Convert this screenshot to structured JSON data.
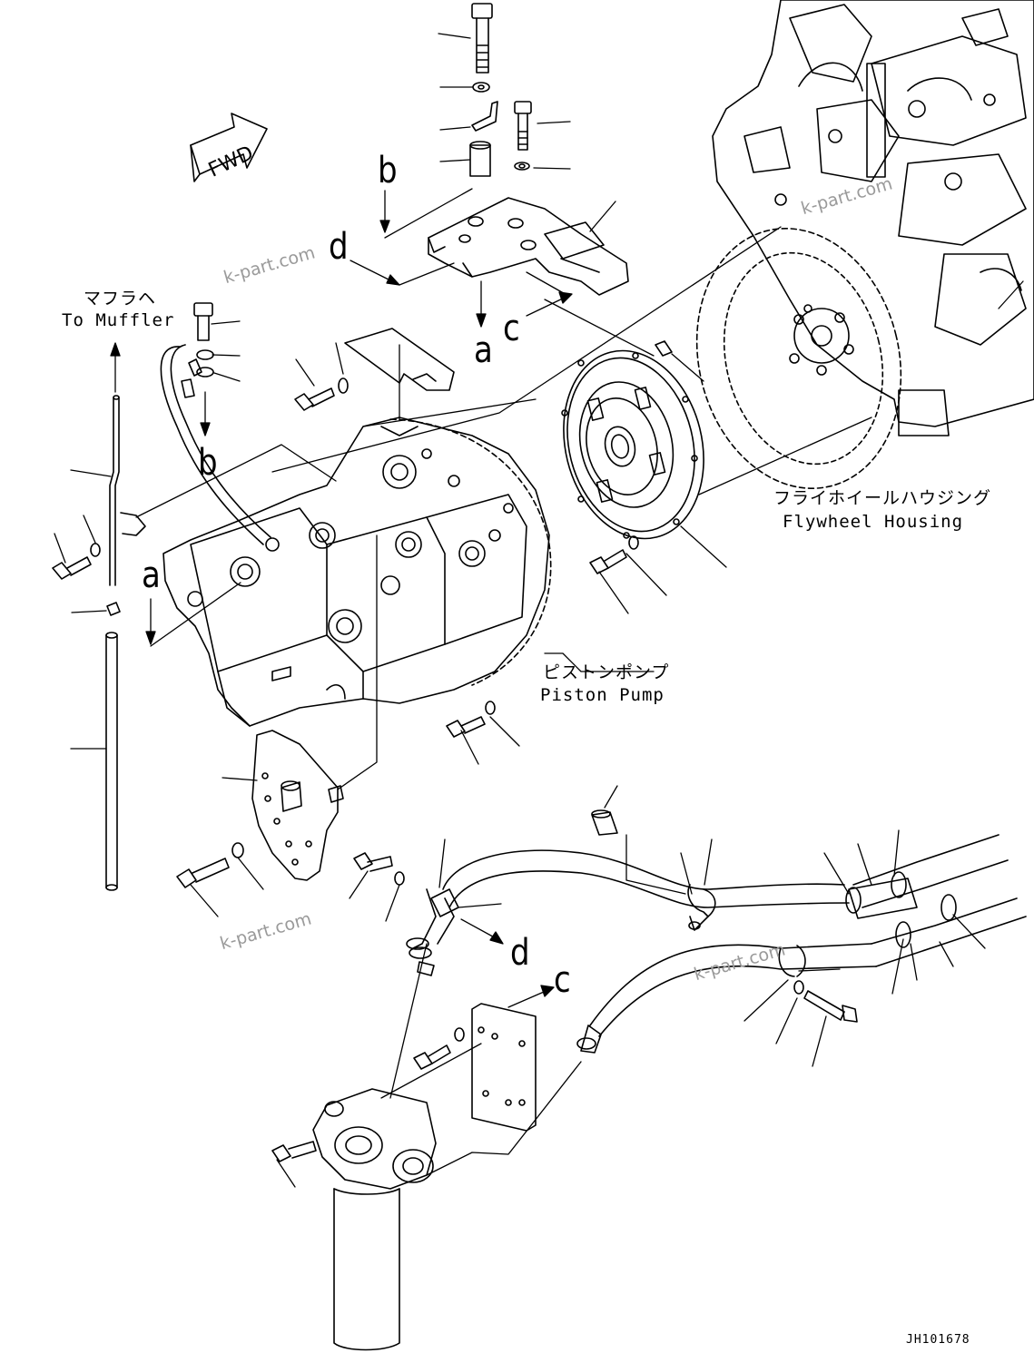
{
  "labels": {
    "muffler_jp": "マフラヘ",
    "muffler_en": "To Muffler",
    "flywheel_jp": "フライホイールハウジング",
    "flywheel_en": "Flywheel Housing",
    "pump_jp": "ピストンポンプ",
    "pump_en": "Piston Pump",
    "fwd": "FWD",
    "drawing_code": "JH101678"
  },
  "refs": {
    "a": "a",
    "b": "b",
    "c": "c",
    "d": "d"
  },
  "watermark": "k-part.com"
}
